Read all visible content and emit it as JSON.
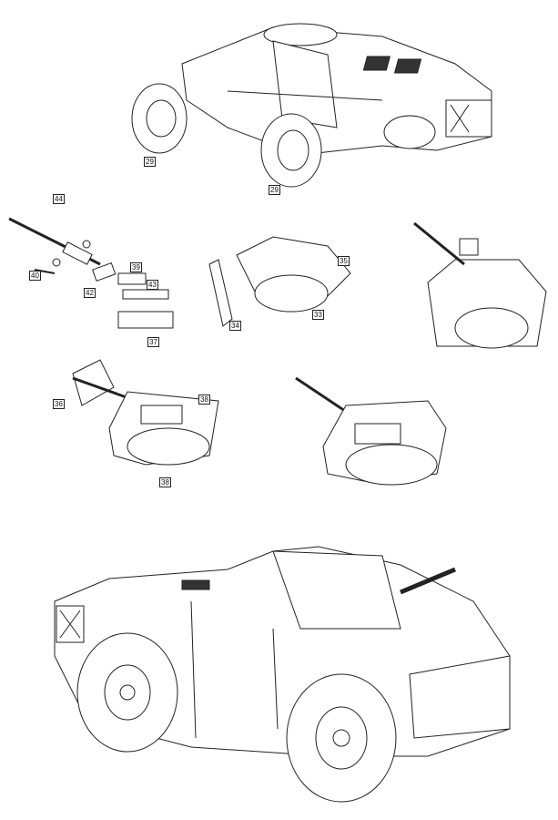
{
  "part_labels": {
    "wheel_left": "29",
    "wheel_right": "29",
    "gun_assembly": "44",
    "pin": "40",
    "mantlet_plate": "42",
    "gun_cradle": "39",
    "breech": "43",
    "gun_mount": "37",
    "turret_rear_wall": "35",
    "turret_front_wall": "34",
    "turret_ring": "33",
    "hatch": "36",
    "ammo_rack_upper": "38",
    "ammo_rack_lower": "38"
  }
}
